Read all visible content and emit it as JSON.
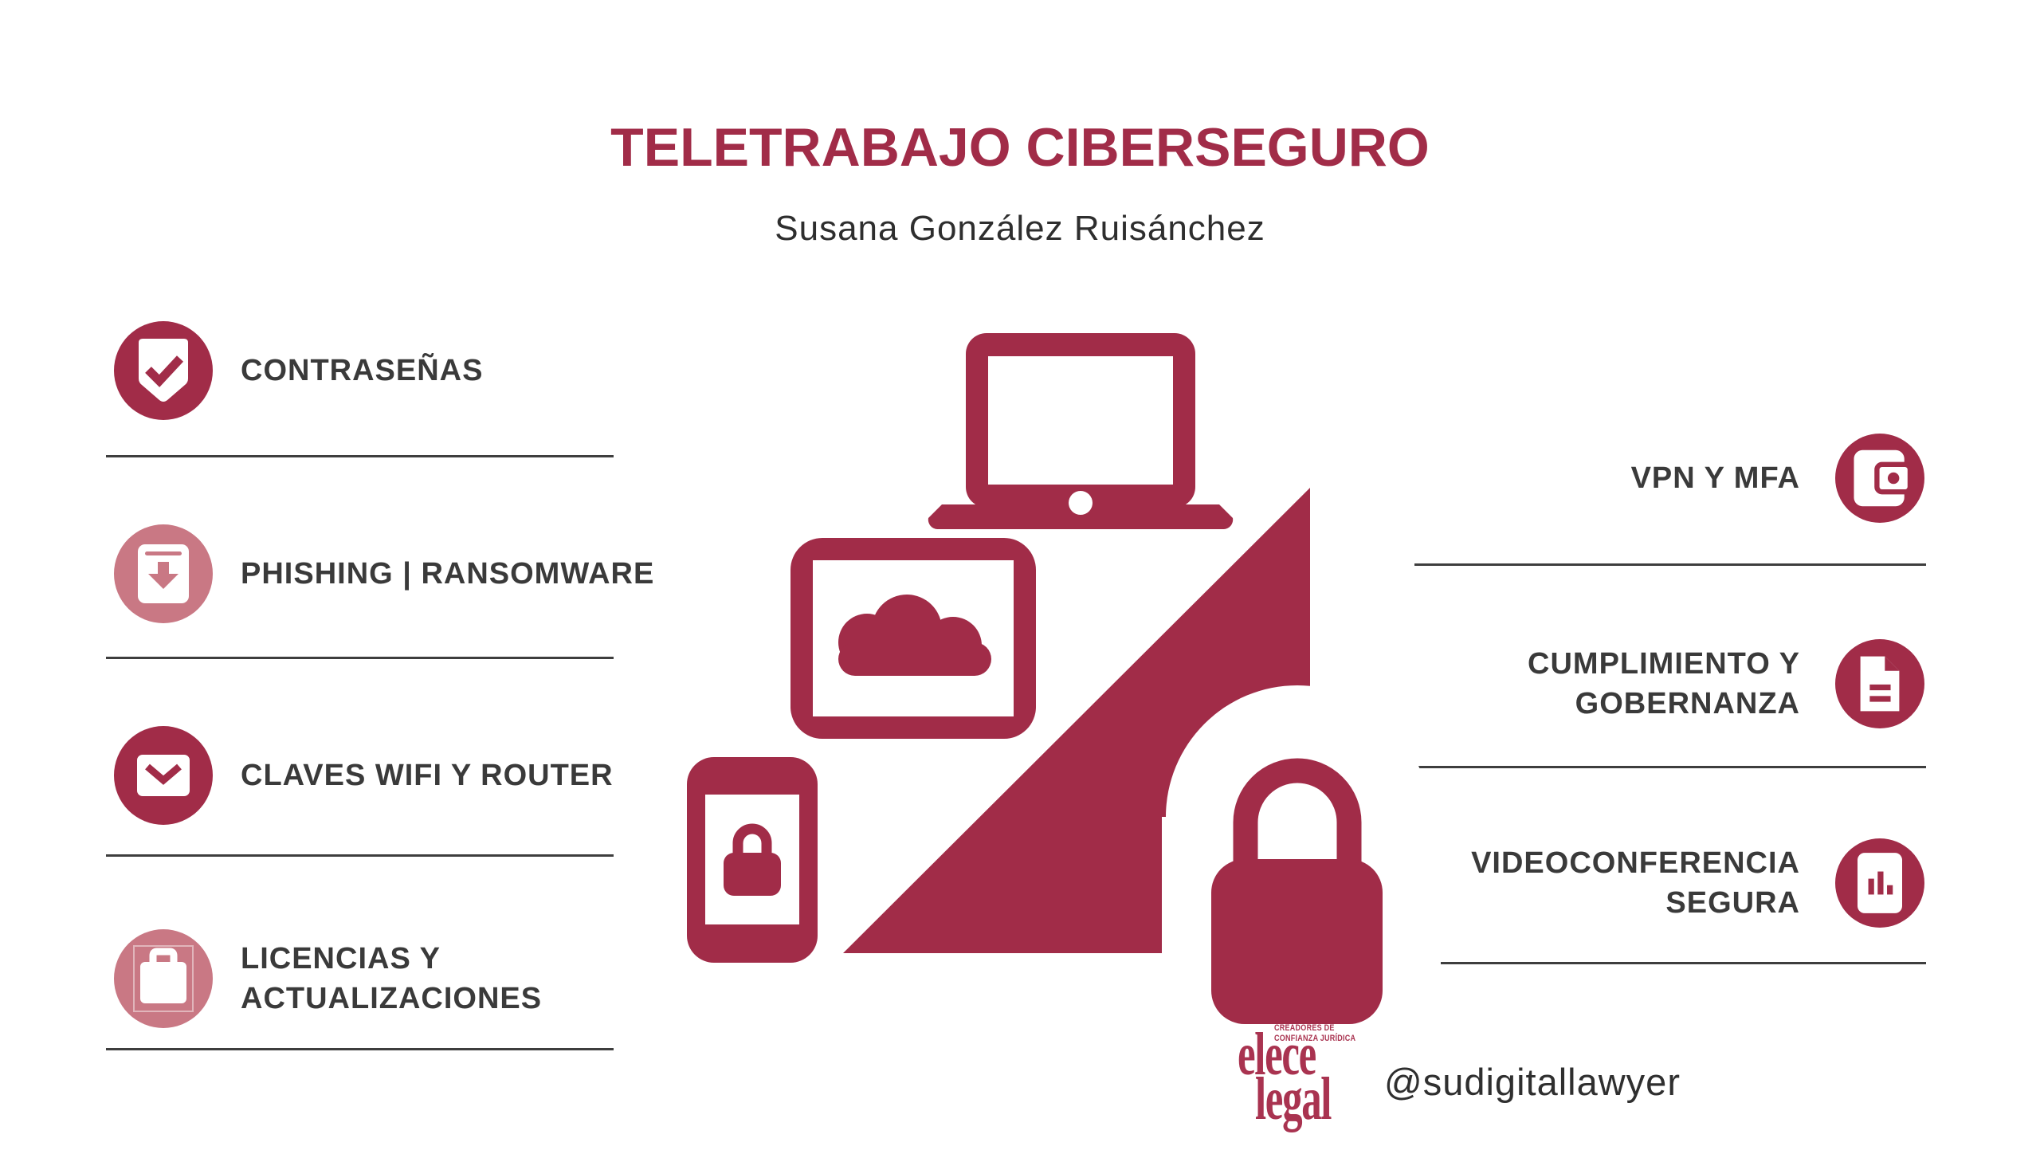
{
  "title": "TELETRABAJO CIBERSEGURO",
  "subtitle": "Susana González Ruisánchez",
  "colors": {
    "primary": "#a12c48",
    "primary_light": "#c97884",
    "text": "#3a3a3a",
    "logo_red": "#a93350",
    "background": "#ffffff"
  },
  "left_items": [
    {
      "icon": "shield-check-icon",
      "tone": "dark",
      "line1": "CONTRASEÑAS",
      "line2": ""
    },
    {
      "icon": "download-box-icon",
      "tone": "light",
      "line1": "PHISHING | RANSOMWARE",
      "line2": ""
    },
    {
      "icon": "envelope-icon",
      "tone": "dark",
      "line1": "CLAVES WIFI Y ROUTER",
      "line2": ""
    },
    {
      "icon": "briefcase-icon",
      "tone": "light",
      "line1": "LICENCIAS Y",
      "line2": "ACTUALIZACIONES"
    }
  ],
  "right_items": [
    {
      "icon": "wallet-icon",
      "line1": "VPN Y MFA",
      "line2": ""
    },
    {
      "icon": "document-icon",
      "line1": "CUMPLIMIENTO Y",
      "line2": "GOBERNANZA"
    },
    {
      "icon": "bar-chart-icon",
      "line1": "VIDEOCONFERENCIA",
      "line2": "SEGURA"
    }
  ],
  "center_illustration": {
    "elements": [
      "laptop",
      "tablet-with-cloud",
      "phone-with-lock",
      "security-ramp",
      "padlock"
    ]
  },
  "footer": {
    "logo_line1": "elece",
    "logo_line2": "legal",
    "logo_tagline_line1": "CREADORES DE",
    "logo_tagline_line2": "CONFIANZA JURÍDICA",
    "handle": "@sudigitallawyer"
  }
}
